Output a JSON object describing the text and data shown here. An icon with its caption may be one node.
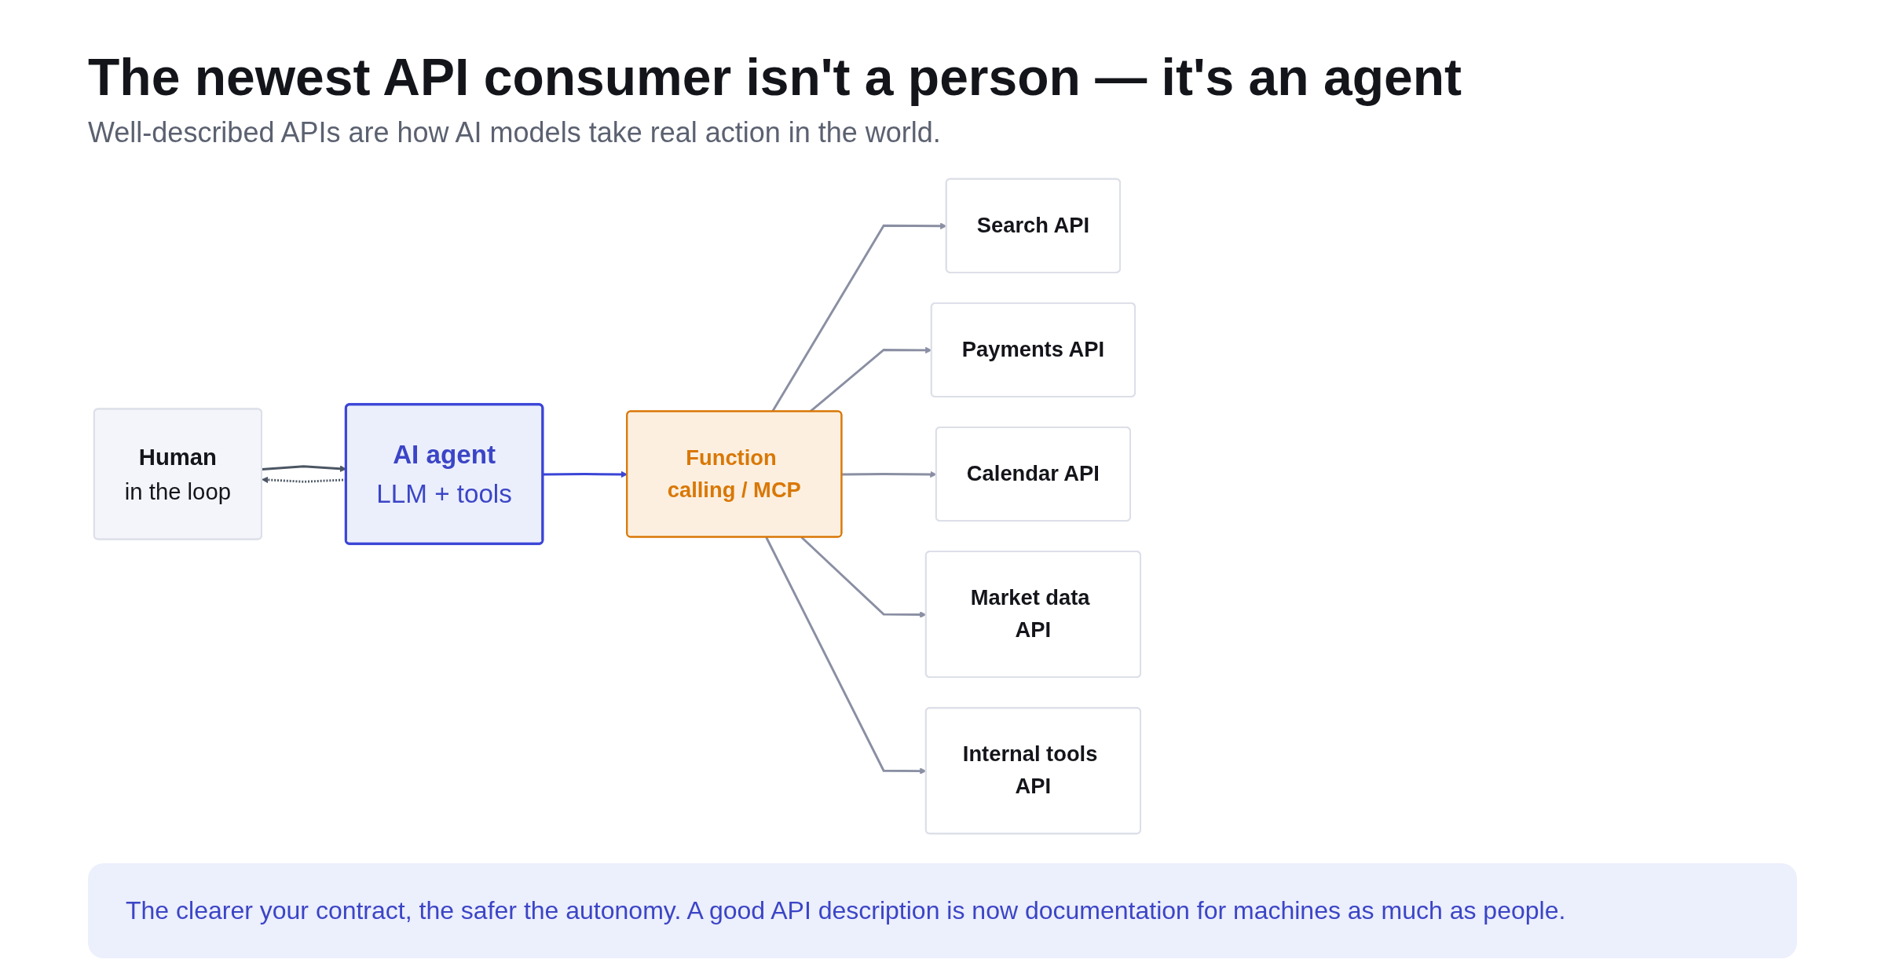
{
  "diagram": {
    "title": "The newest API consumer isn't a person — it's an agent",
    "nodes": [
      {
        "text": [
          "Human",
          "in the loop"
        ]
      },
      {
        "text": [
          "AI agent",
          "LLM + tools"
        ]
      },
      {
        "text": [
          "Function calling / MCP"
        ]
      },
      {
        "text": [
          "Search API"
        ]
      },
      {
        "text": [
          "Payments API"
        ]
      },
      {
        "text": [
          "Calendar API"
        ]
      },
      {
        "text": [
          "Market data API"
        ]
      },
      {
        "text": [
          "Internal tools API"
        ]
      }
    ],
    "edges": [
      {
        "from": 0,
        "to": 1,
        "arrow": "to",
        "color": "#4b5563"
      },
      {
        "from": 1,
        "to": 0,
        "arrow": "to",
        "style": "dashed",
        "color": "#4b5563"
      },
      {
        "from": 1,
        "to": 2,
        "arrow": "to",
        "color": "#3b45d6"
      },
      {
        "from": 2,
        "to": 3,
        "arrow": "to"
      },
      {
        "from": 2,
        "to": 4,
        "arrow": "to"
      },
      {
        "from": 2,
        "to": 5,
        "arrow": "to"
      },
      {
        "from": 2,
        "to": 6,
        "arrow": "to"
      },
      {
        "from": 2,
        "to": 7,
        "arrow": "to"
      }
    ],
    "labels": [
      "Well-described APIs are how AI models take real action in the world.",
      "The clearer your contract, the safer the autonomy. A good API description is now documentation for machines as much as people."
    ]
  }
}
